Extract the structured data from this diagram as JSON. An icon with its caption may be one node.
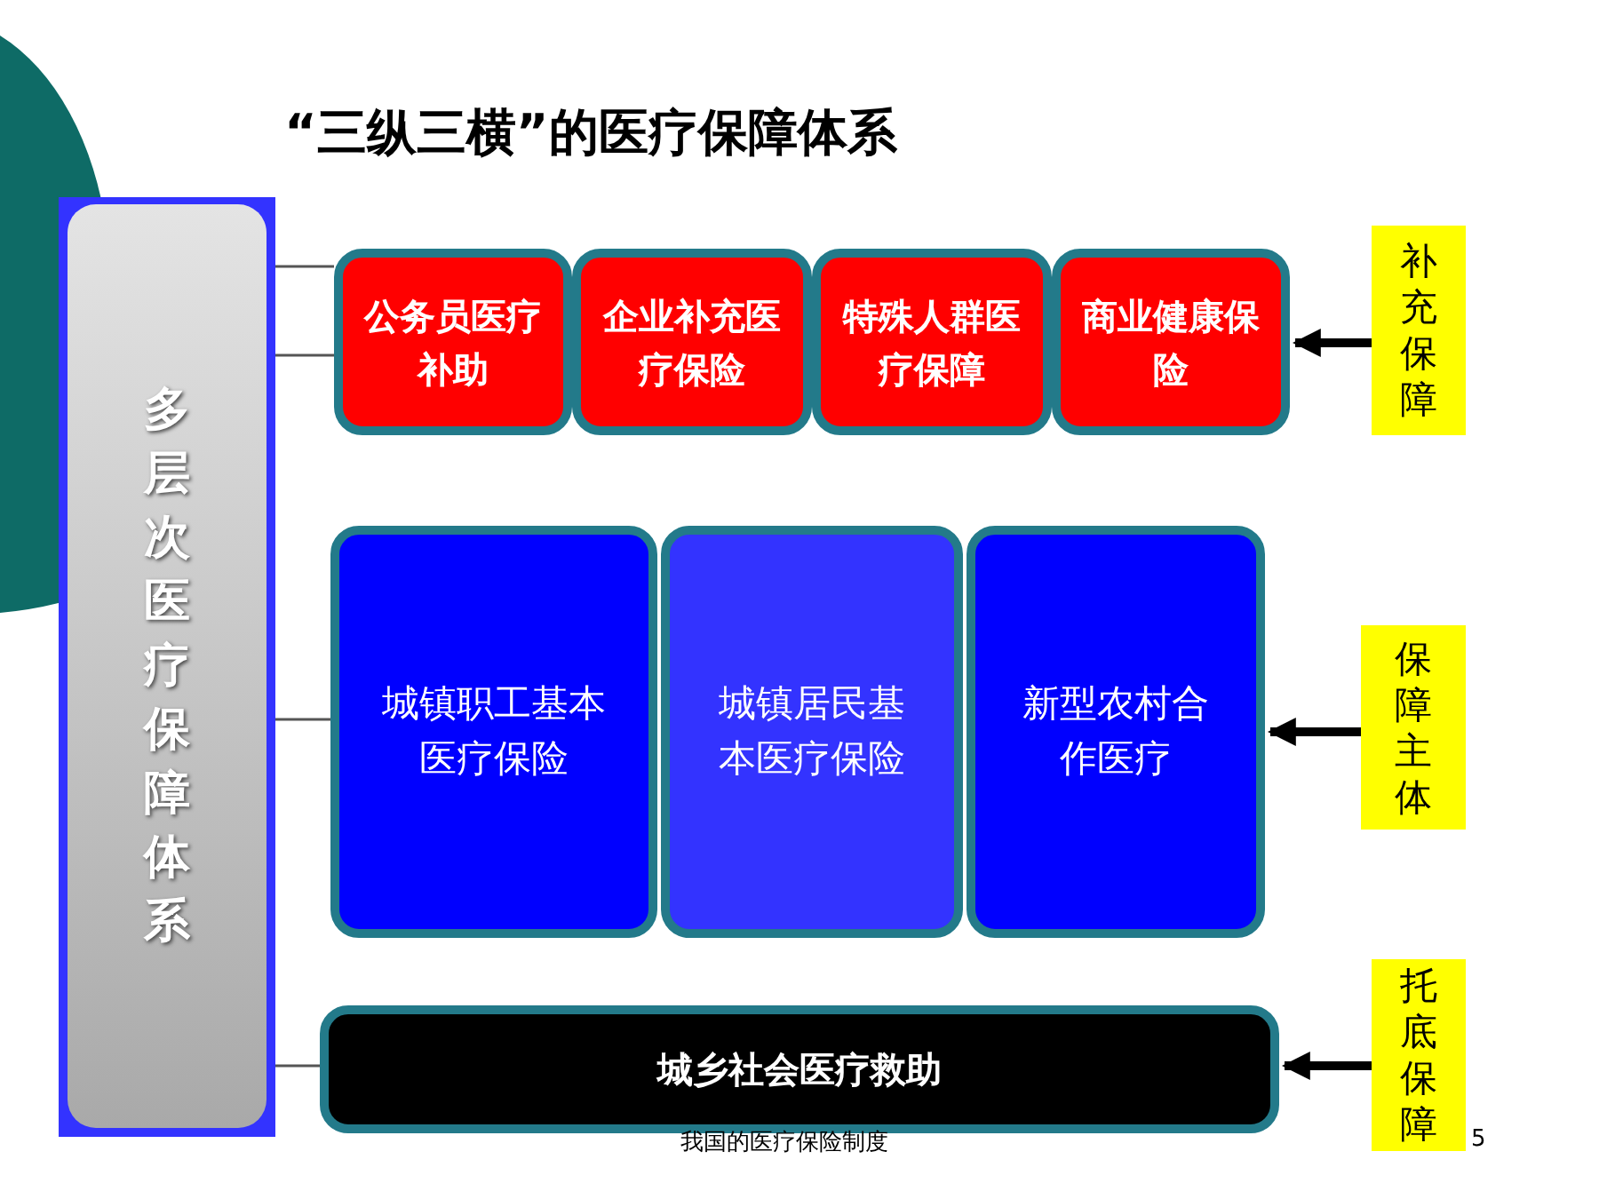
{
  "diagram": {
    "title": "“三纵三横”的医疗保障体系",
    "nodes": [
      {
        "text": [
          "多层次医疗保障体系"
        ]
      },
      {
        "text": [
          "公务员医疗补助"
        ]
      },
      {
        "text": [
          "企业补充医疗保险"
        ]
      },
      {
        "text": [
          "特殊人群医疗保障"
        ]
      },
      {
        "text": [
          "商业健康保险"
        ]
      },
      {
        "text": [
          "城镇职工基本医疗保险"
        ]
      },
      {
        "text": [
          "城镇居民基本医疗保险"
        ]
      },
      {
        "text": [
          "新型农村合作医疗"
        ]
      },
      {
        "text": [
          "城乡社会医疗救助"
        ]
      },
      {
        "text": [
          "补充保障"
        ]
      },
      {
        "text": [
          "保障主体"
        ]
      },
      {
        "text": [
          "托底保障"
        ]
      }
    ],
    "edges": [
      {
        "from": 0,
        "to": 1,
        "arrow": "none"
      },
      {
        "from": 0,
        "to": 1,
        "arrow": "none"
      },
      {
        "from": 0,
        "to": 5,
        "arrow": "none"
      },
      {
        "from": 0,
        "to": 8,
        "arrow": "none"
      },
      {
        "from": 9,
        "to": 4,
        "arrow": "to",
        "style": "thick"
      },
      {
        "from": 10,
        "to": 7,
        "arrow": "to",
        "style": "thick"
      },
      {
        "from": 11,
        "to": 8,
        "arrow": "to",
        "style": "thick"
      }
    ],
    "labels": [
      "我国的医疗保险制度",
      "5"
    ]
  }
}
